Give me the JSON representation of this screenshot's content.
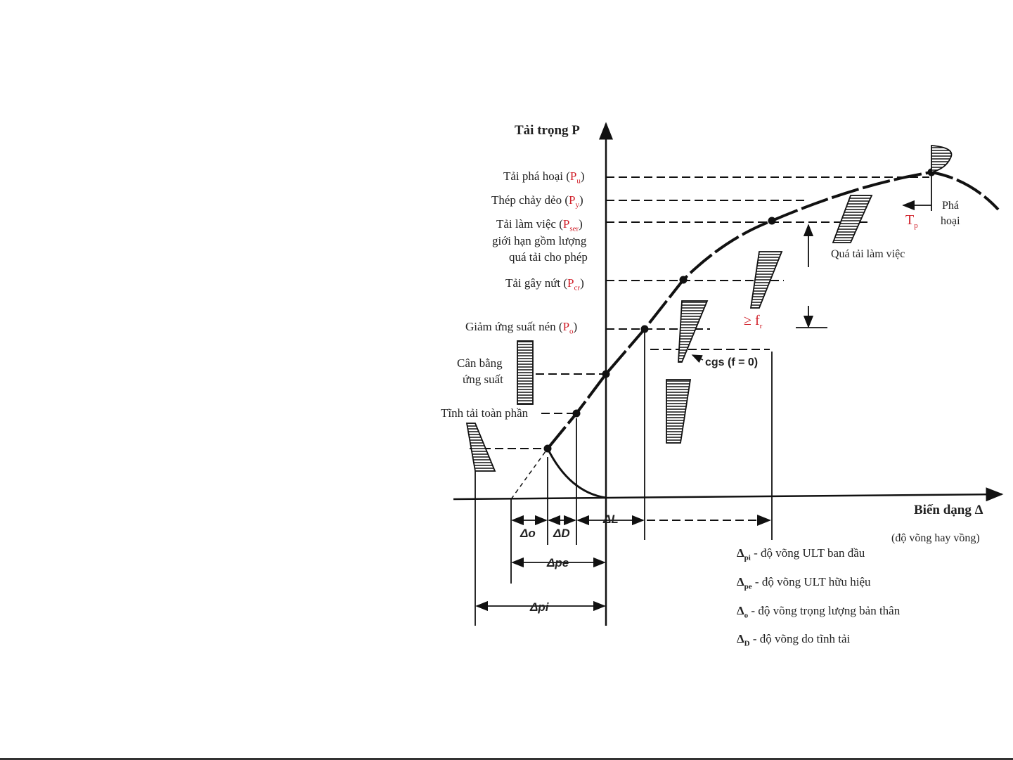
{
  "y_axis": {
    "label": "Tải trọng P"
  },
  "x_axis": {
    "label": "Biến dạng Δ",
    "sublabel": "(độ võng hay vồng)"
  },
  "levels": [
    {
      "text": "Tải phá hoại (",
      "sym": "P",
      "sub": "u"
    },
    {
      "text": "Thép chảy dẻo (",
      "sym": "P",
      "sub": "y"
    },
    {
      "text": "Tải làm việc (",
      "sym": "P",
      "sub": "ser",
      "extra1": "giới hạn gồm lượng",
      "extra2": "quá tải cho phép"
    },
    {
      "text": "Tải gây nứt (",
      "sym": "P",
      "sub": "cr"
    },
    {
      "text": "Giảm ứng suất nén (",
      "sym": "P",
      "sub": "o"
    }
  ],
  "close_paren": ")",
  "left_labels": {
    "balance1": "Cân bằng",
    "balance2": "ứng suất",
    "dead_load": "Tĩnh tải toàn phần"
  },
  "annotations": {
    "failure1": "Phá",
    "failure2": "hoại",
    "tp": "T",
    "tp_sub": "p",
    "overload": "Quá tải làm việc",
    "fr": "≥ f",
    "fr_sub": "r",
    "cgs": "cgs (f = 0)"
  },
  "dims": {
    "d_o": "Δo",
    "d_D": "ΔD",
    "d_L": "ΔL",
    "d_pe": "Δpe",
    "d_pi": "Δpi"
  },
  "legend": [
    {
      "sym": "Δ",
      "sub": "pi",
      "text": " - độ võng ULT ban đầu"
    },
    {
      "sym": "Δ",
      "sub": "pe",
      "text": " - độ võng ULT hữu hiệu"
    },
    {
      "sym": "Δ",
      "sub": "o",
      "text": " - độ võng trọng lượng bản thân"
    },
    {
      "sym": "Δ",
      "sub": "D",
      "text": " - độ võng do tĩnh tải"
    }
  ]
}
